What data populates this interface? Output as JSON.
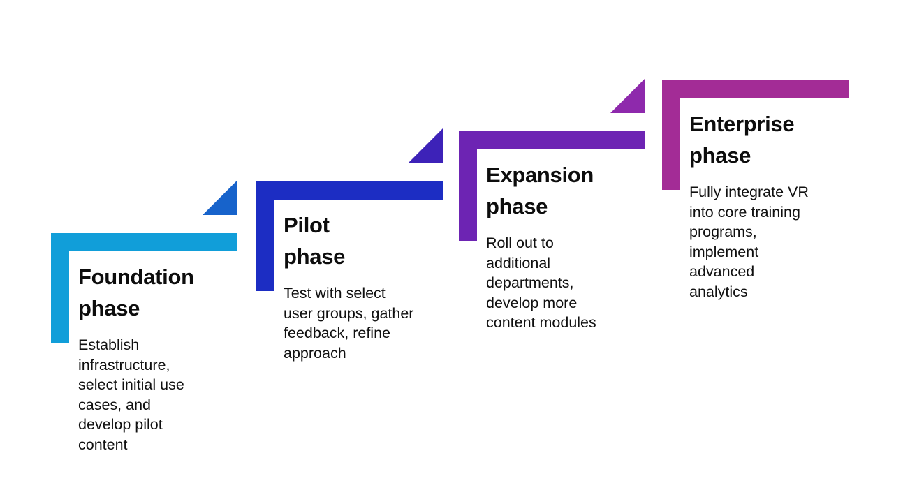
{
  "diagram": {
    "type": "staircase-process",
    "background": "#ffffff",
    "text_color": "#0d0d0d",
    "phases": [
      {
        "title": "Foundation\nphase",
        "description": "Establish\ninfrastructure,\nselect initial use\ncases, and\ndevelop pilot\ncontent",
        "color": "#119ED9",
        "arrow_color": "#1763CB"
      },
      {
        "title": "Pilot\nphase",
        "description": "Test with select\nuser groups, gather\nfeedback, refine\napproach",
        "color": "#1C2DC3",
        "arrow_color": "#3D22B8"
      },
      {
        "title": "Expansion\nphase",
        "description": "Roll out to\nadditional\ndepartments,\ndevelop more\ncontent modules",
        "color": "#6D24B3",
        "arrow_color": "#8E29AC"
      },
      {
        "title": "Enterprise\nphase",
        "description": "Fully integrate VR\ninto core training\nprograms,\nimplement\nadvanced\nanalytics",
        "color": "#A32C96",
        "arrow_color": null
      }
    ]
  }
}
